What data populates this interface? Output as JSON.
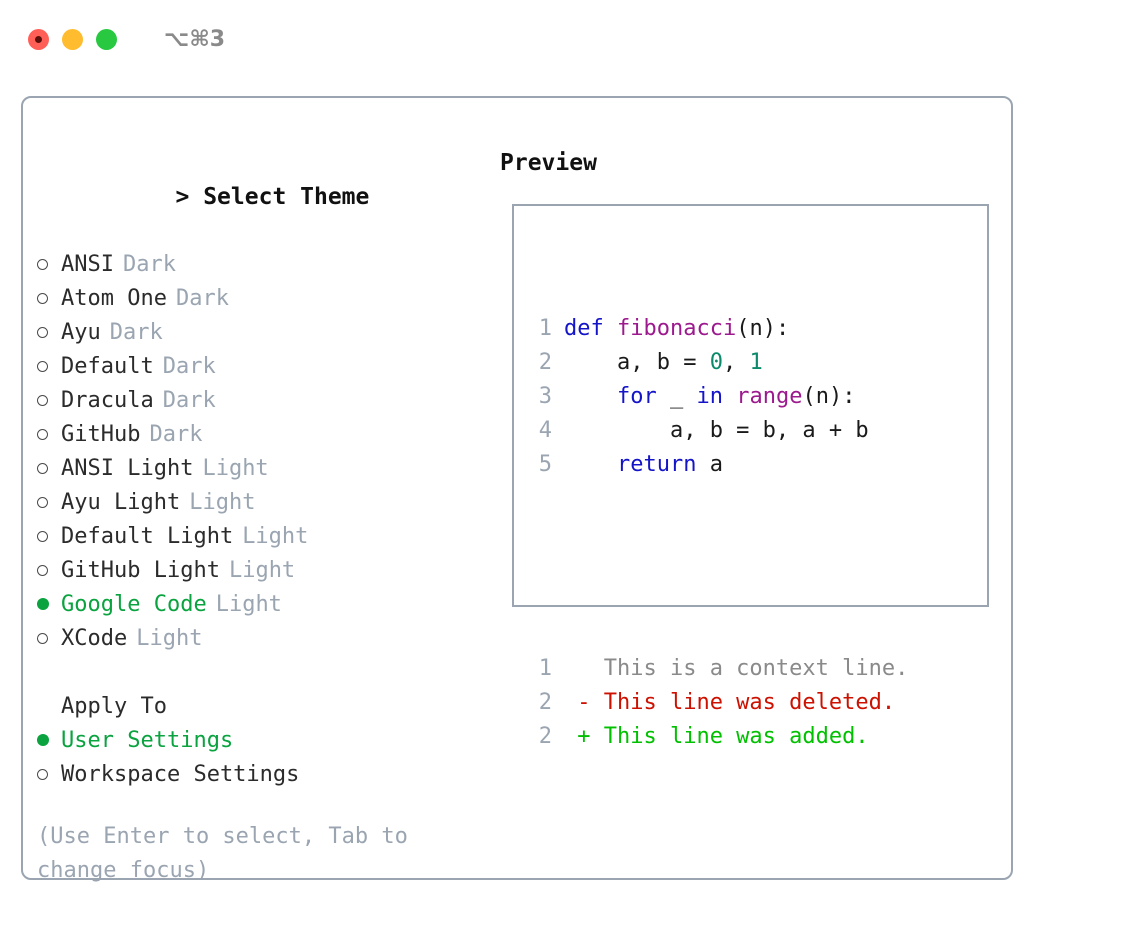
{
  "window": {
    "traffic_lights": [
      "close-button",
      "minimize-button",
      "maximize-button"
    ],
    "shortcut_label": "⌥⌘3"
  },
  "colors": {
    "accent_green": "#0aa33f",
    "muted": "#9aa5b1",
    "keyword_blue": "#1414c8",
    "function_purple": "#9c1a8e",
    "number_teal": "#0b8a6b",
    "diff_removed_red": "#cc1100",
    "diff_added_green": "#00c000",
    "traffic_red": "#ff5f57",
    "traffic_yellow": "#febc2e",
    "traffic_green": "#28c840",
    "panel_border": "#9aa5b1"
  },
  "theme_picker": {
    "prompt_prefix": ">",
    "title": "Select Theme",
    "items": [
      {
        "name": "ANSI",
        "kind": "Dark",
        "selected": false
      },
      {
        "name": "Atom One",
        "kind": "Dark",
        "selected": false
      },
      {
        "name": "Ayu",
        "kind": "Dark",
        "selected": false
      },
      {
        "name": "Default",
        "kind": "Dark",
        "selected": false
      },
      {
        "name": "Dracula",
        "kind": "Dark",
        "selected": false
      },
      {
        "name": "GitHub",
        "kind": "Dark",
        "selected": false
      },
      {
        "name": "ANSI Light",
        "kind": "Light",
        "selected": false
      },
      {
        "name": "Ayu Light",
        "kind": "Light",
        "selected": false
      },
      {
        "name": "Default Light",
        "kind": "Light",
        "selected": false
      },
      {
        "name": "GitHub Light",
        "kind": "Light",
        "selected": false
      },
      {
        "name": "Google Code",
        "kind": "Light",
        "selected": true
      },
      {
        "name": "XCode",
        "kind": "Light",
        "selected": false
      }
    ]
  },
  "apply_to": {
    "title": "Apply To",
    "items": [
      {
        "name": "User Settings",
        "selected": true
      },
      {
        "name": "Workspace Settings",
        "selected": false
      }
    ]
  },
  "hint": {
    "text": "(Use Enter to select, Tab to change focus)"
  },
  "preview": {
    "title": "Preview",
    "code_lines": [
      {
        "number": "1",
        "tokens": [
          {
            "t": "def ",
            "c": "kw"
          },
          {
            "t": "fibonacci",
            "c": "fn"
          },
          {
            "t": "(n):",
            "c": "plain"
          }
        ]
      },
      {
        "number": "2",
        "tokens": [
          {
            "t": "    a, b = ",
            "c": "plain"
          },
          {
            "t": "0",
            "c": "num"
          },
          {
            "t": ", ",
            "c": "plain"
          },
          {
            "t": "1",
            "c": "num"
          }
        ]
      },
      {
        "number": "3",
        "tokens": [
          {
            "t": "    ",
            "c": "plain"
          },
          {
            "t": "for",
            "c": "kw"
          },
          {
            "t": " _ ",
            "c": "plain"
          },
          {
            "t": "in",
            "c": "kw"
          },
          {
            "t": " ",
            "c": "plain"
          },
          {
            "t": "range",
            "c": "fn"
          },
          {
            "t": "(n):",
            "c": "plain"
          }
        ]
      },
      {
        "number": "4",
        "tokens": [
          {
            "t": "        a, b = b, a + b",
            "c": "plain"
          }
        ]
      },
      {
        "number": "5",
        "tokens": [
          {
            "t": "    ",
            "c": "plain"
          },
          {
            "t": "return",
            "c": "kw"
          },
          {
            "t": " a",
            "c": "plain"
          }
        ]
      }
    ],
    "diff_lines": [
      {
        "number": "1",
        "marker": " ",
        "text": "This is a context line.",
        "kind": "ctx"
      },
      {
        "number": "2",
        "marker": "-",
        "text": "This line was deleted.",
        "kind": "del"
      },
      {
        "number": "2",
        "marker": "+",
        "text": "This line was added.",
        "kind": "add"
      }
    ]
  }
}
